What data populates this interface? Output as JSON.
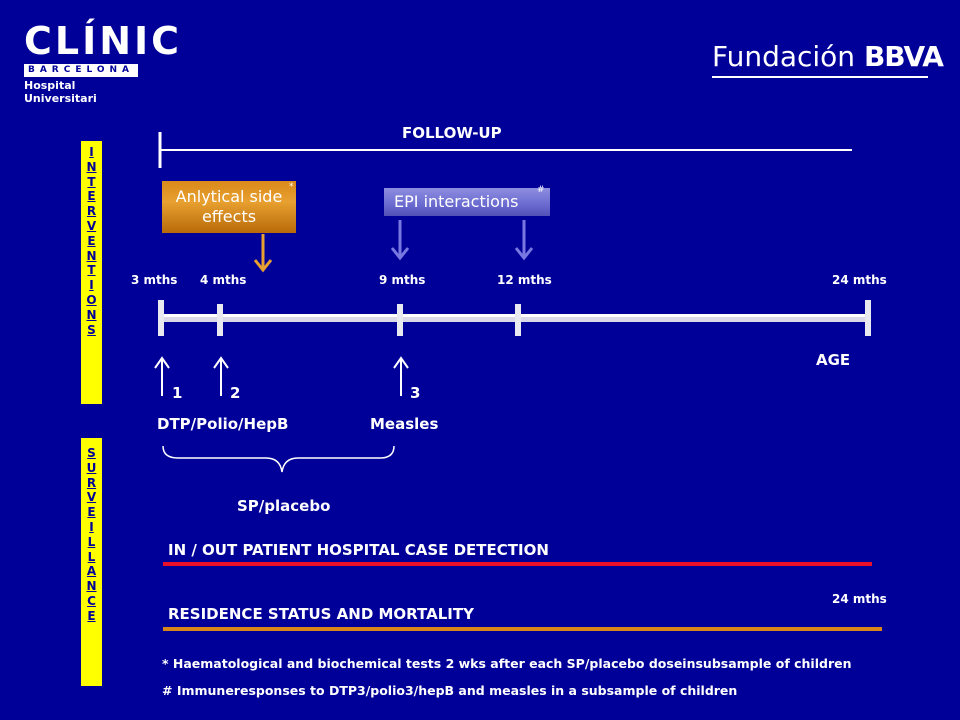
{
  "logos": {
    "clinic_name": "CLÍNIC",
    "clinic_city": "BARCELONA",
    "clinic_sub": "Hospital Universitari",
    "fundacion": "Fundación",
    "bbva": "BBVA"
  },
  "side_bars": {
    "interventions": [
      "I",
      "N",
      "T",
      "E",
      "R",
      "V",
      "E",
      "N",
      "T",
      "I",
      "O",
      "N",
      "S"
    ],
    "surveillance": [
      "S",
      "U",
      "R",
      "V",
      "E",
      "I",
      "L",
      "L",
      "A",
      "N",
      "C",
      "E"
    ]
  },
  "followup_label": "FOLLOW-UP",
  "boxes": {
    "analytical": [
      "Anlytical side",
      "effects"
    ],
    "analytical_mark": "*",
    "epi": "EPI  interactions",
    "epi_mark": "#"
  },
  "timeline": {
    "ticks": [
      "3 mths",
      "4 mths",
      "9 mths",
      "12 mths",
      "24 mths"
    ],
    "age_label": "AGE",
    "dose_numbers": [
      "1",
      "2",
      "3"
    ],
    "vaccines": [
      "DTP/Polio/HepB",
      "Measles"
    ],
    "brace_label": "SP/placebo"
  },
  "surveillance": {
    "case_detection": "IN / OUT PATIENT HOSPITAL CASE DETECTION",
    "end_label": "24 mths",
    "residence": "RESIDENCE STATUS AND MORTALITY"
  },
  "footnotes": {
    "star": "* Haematological and biochemical    tests 2 wks after each SP/placebo doseinsubsample of children",
    "hash": "# Immuneresponses to DTP3/polio3/hepB and measles in a subsample of children"
  },
  "colors": {
    "background": "#000099",
    "yellow_bar": "#ffff00",
    "orange": "#e8a030",
    "purple": "#7070d8",
    "red_line": "#e8102a",
    "orange_line": "#d8861a"
  }
}
